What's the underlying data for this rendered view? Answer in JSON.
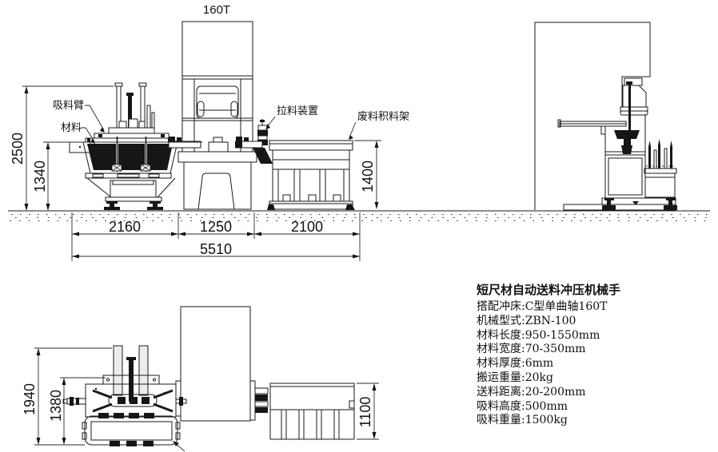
{
  "drawing": {
    "press_tonnage": "160T",
    "callouts": {
      "suction_arm": "吸料臂",
      "material": "材料",
      "puller": "拉料装置",
      "waste_rack": "废料积料架"
    },
    "dimensions": {
      "overall_height": "2500",
      "stack_height": "1340",
      "rack_height": "1400",
      "feeder_width": "2160",
      "press_width": "1250",
      "rack_width": "2100",
      "overall_length": "5510",
      "plan_overall_depth": "1940",
      "plan_body_depth": "1380",
      "plan_rack_depth": "1100"
    }
  },
  "specs": {
    "title": "短尺材自动送料冲压机械手",
    "items": [
      "搭配冲床:C型单曲轴160T",
      "机械型式:ZBN-100",
      "材料长度:950-1550mm",
      "材料宽度:70-350mm",
      "材料厚度:6mm",
      "搬运重量:20kg",
      "送料距离:20-200mm",
      "吸料高度:500mm",
      "吸料重量:1500kg"
    ]
  }
}
